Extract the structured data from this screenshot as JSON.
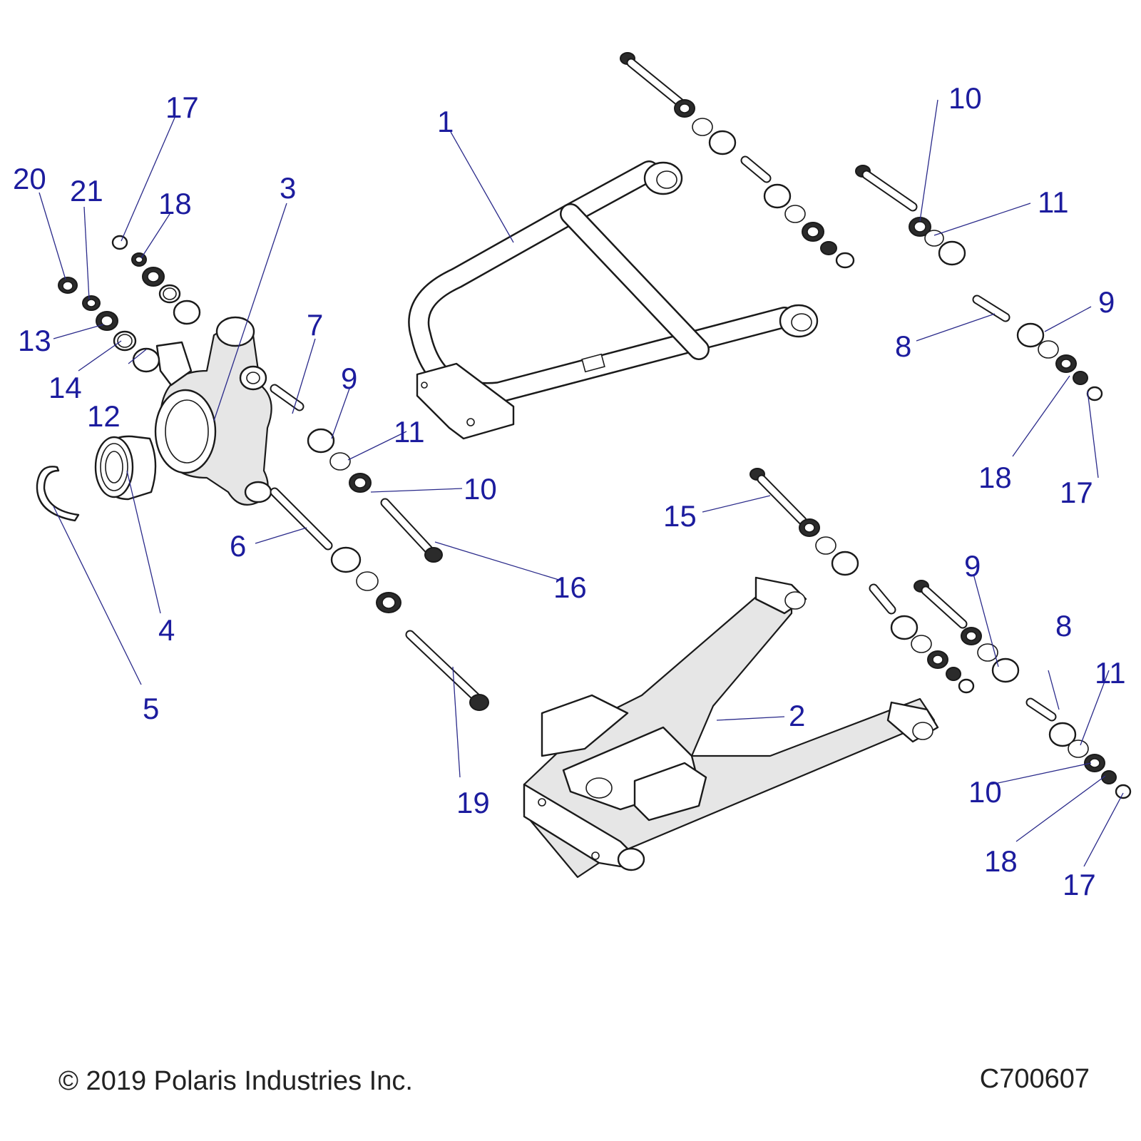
{
  "labels": {
    "l1": "1",
    "l2": "2",
    "l3": "3",
    "l4": "4",
    "l5": "5",
    "l6": "6",
    "l7": "7",
    "l8a": "8",
    "l8b": "8",
    "l9a": "9",
    "l9b": "9",
    "l9c": "9",
    "l10a": "10",
    "l10b": "10",
    "l10c": "10",
    "l11a": "11",
    "l11b": "11",
    "l11c": "11",
    "l12": "12",
    "l13": "13",
    "l14": "14",
    "l15": "15",
    "l16": "16",
    "l17a": "17",
    "l17b": "17",
    "l17c": "17",
    "l18a": "18",
    "l18b": "18",
    "l18c": "18",
    "l19": "19",
    "l20": "20",
    "l21": "21"
  },
  "footer": {
    "copyright": "© 2019 Polaris Industries Inc.",
    "figure_id": "C700607"
  }
}
